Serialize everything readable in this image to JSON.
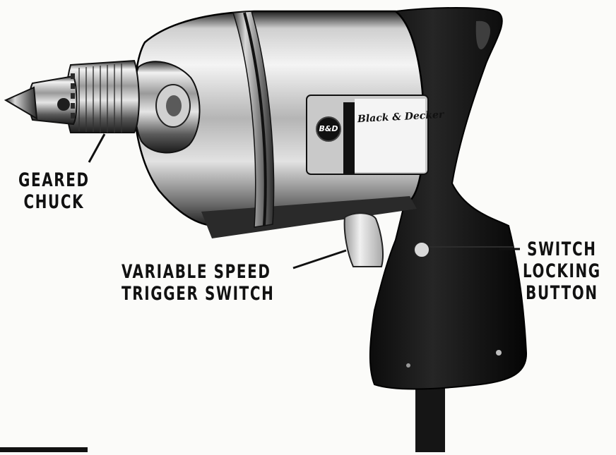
{
  "labels": {
    "chuck": [
      "GEARED",
      "CHUCK"
    ],
    "trigger": [
      "VARIABLE SPEED",
      "TRIGGER SWITCH"
    ],
    "lock": [
      "SWITCH",
      "LOCKING",
      "BUTTON"
    ]
  },
  "brand": {
    "name": "Black & Decker",
    "badge": "B&D"
  },
  "colors": {
    "ink": "#111111",
    "paper": "#fbfbf9",
    "chrome_light": "#e8e8e8",
    "chrome_dark": "#3a3a3a",
    "handle": "#141414"
  }
}
